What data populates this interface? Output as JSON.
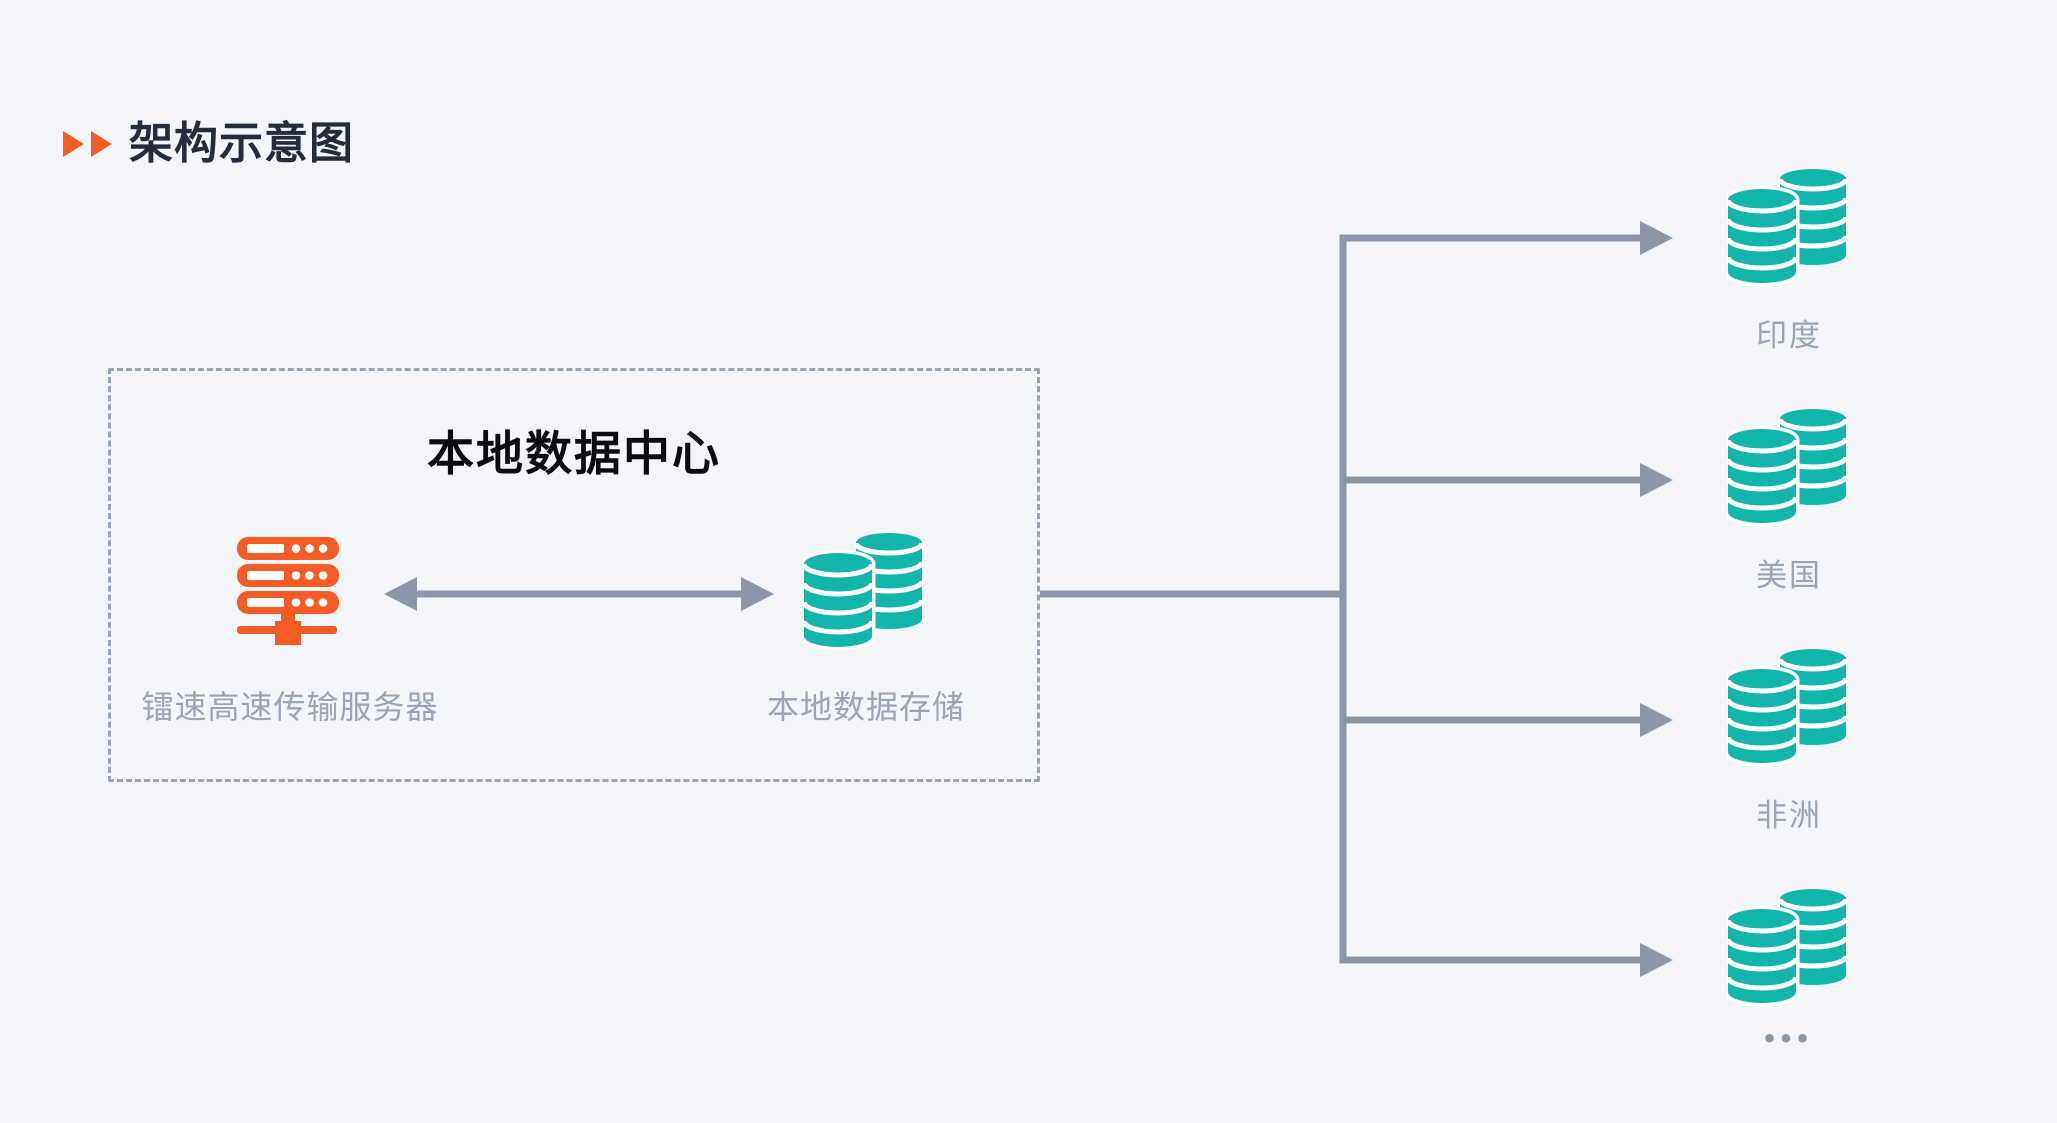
{
  "page": {
    "title": "架构示意图"
  },
  "colors": {
    "accent_orange": "#f45c26",
    "database_teal": "#11b5ab",
    "connector_gray": "#8b96a8",
    "label_gray": "#9aa4b6",
    "title_dark": "#222c3c",
    "background": "#f3f5f9"
  },
  "icons": {
    "header_marker": "double-play-triangles-icon",
    "server": "server-rack-icon",
    "database": "database-cylinders-icon"
  },
  "datacenter": {
    "title": "本地数据中心",
    "server_label": "镭速高速传输服务器",
    "storage_label": "本地数据存储"
  },
  "regions": [
    {
      "label": "印度"
    },
    {
      "label": "美国"
    },
    {
      "label": "非洲"
    },
    {
      "label": "•••"
    }
  ]
}
